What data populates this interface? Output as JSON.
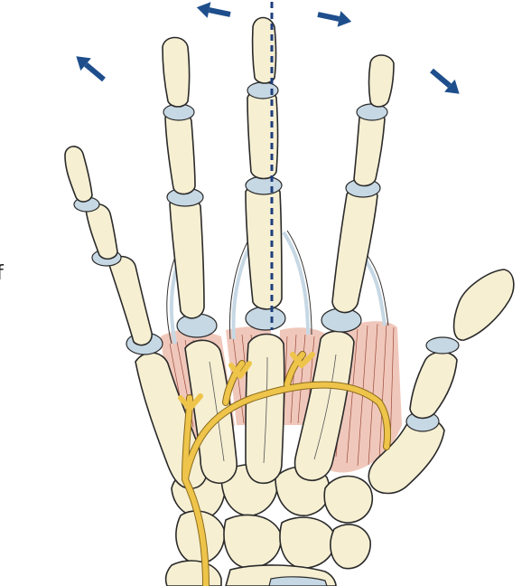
{
  "figure": {
    "edge_fragment": "f",
    "colors": {
      "bone": "#f6efd2",
      "cartilage": "#c6d8e4",
      "muscle": "#efc5b7",
      "nerve": "#eec44a",
      "arrow": "#1e4e8c",
      "axis_line": "#1e3e7c"
    },
    "elements": {
      "midline_axis": "dashed-line",
      "abduction_arrows": [
        "arrow-left-outer",
        "arrow-left-inner",
        "arrow-right-inner",
        "arrow-right-outer"
      ],
      "digits": [
        "little-finger",
        "ring-finger",
        "middle-finger",
        "index-finger",
        "thumb"
      ]
    }
  }
}
